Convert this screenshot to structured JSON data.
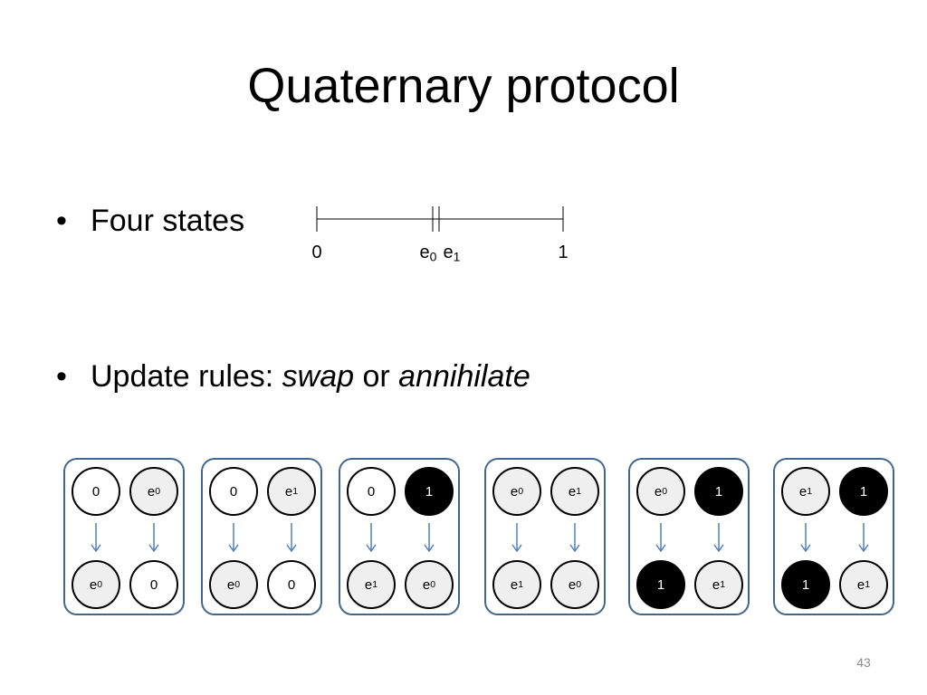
{
  "slide": {
    "title": "Quaternary protocol",
    "page_number": "43"
  },
  "bullets": [
    {
      "text": "Four states"
    },
    {
      "prefix": "Update rules: ",
      "swap": "swap",
      "joiner": " or ",
      "annihilate": "annihilate"
    }
  ],
  "number_line": {
    "labels": [
      {
        "id": "zero",
        "base": "0",
        "sub": ""
      },
      {
        "id": "e0",
        "base": "e",
        "sub": "0"
      },
      {
        "id": "e1",
        "base": "e",
        "sub": "1"
      },
      {
        "id": "one",
        "base": "1",
        "sub": ""
      }
    ]
  },
  "rules": [
    {
      "top": [
        {
          "base": "0",
          "sub": "",
          "style": "white"
        },
        {
          "base": "e",
          "sub": "0",
          "style": "light"
        }
      ],
      "bottom": [
        {
          "base": "e",
          "sub": "0",
          "style": "light"
        },
        {
          "base": "0",
          "sub": "",
          "style": "white"
        }
      ]
    },
    {
      "top": [
        {
          "base": "0",
          "sub": "",
          "style": "white"
        },
        {
          "base": "e",
          "sub": "1",
          "style": "light"
        }
      ],
      "bottom": [
        {
          "base": "e",
          "sub": "0",
          "style": "light"
        },
        {
          "base": "0",
          "sub": "",
          "style": "white"
        }
      ]
    },
    {
      "top": [
        {
          "base": "0",
          "sub": "",
          "style": "white"
        },
        {
          "base": "1",
          "sub": "",
          "style": "dark"
        }
      ],
      "bottom": [
        {
          "base": "e",
          "sub": "1",
          "style": "light"
        },
        {
          "base": "e",
          "sub": "0",
          "style": "light"
        }
      ]
    },
    {
      "top": [
        {
          "base": "e",
          "sub": "0",
          "style": "light"
        },
        {
          "base": "e",
          "sub": "1",
          "style": "light"
        }
      ],
      "bottom": [
        {
          "base": "e",
          "sub": "1",
          "style": "light"
        },
        {
          "base": "e",
          "sub": "0",
          "style": "light"
        }
      ]
    },
    {
      "top": [
        {
          "base": "e",
          "sub": "0",
          "style": "light"
        },
        {
          "base": "1",
          "sub": "",
          "style": "dark"
        }
      ],
      "bottom": [
        {
          "base": "1",
          "sub": "",
          "style": "dark"
        },
        {
          "base": "e",
          "sub": "1",
          "style": "light"
        }
      ]
    },
    {
      "top": [
        {
          "base": "e",
          "sub": "1",
          "style": "light"
        },
        {
          "base": "1",
          "sub": "",
          "style": "dark"
        }
      ],
      "bottom": [
        {
          "base": "1",
          "sub": "",
          "style": "dark"
        },
        {
          "base": "e",
          "sub": "1",
          "style": "light"
        }
      ]
    }
  ],
  "colors": {
    "box_border": "#41678f",
    "arrow": "#4f81bd",
    "light_state": "#efefef",
    "dark_state": "#000000",
    "page_number": "#8a8a8a"
  }
}
